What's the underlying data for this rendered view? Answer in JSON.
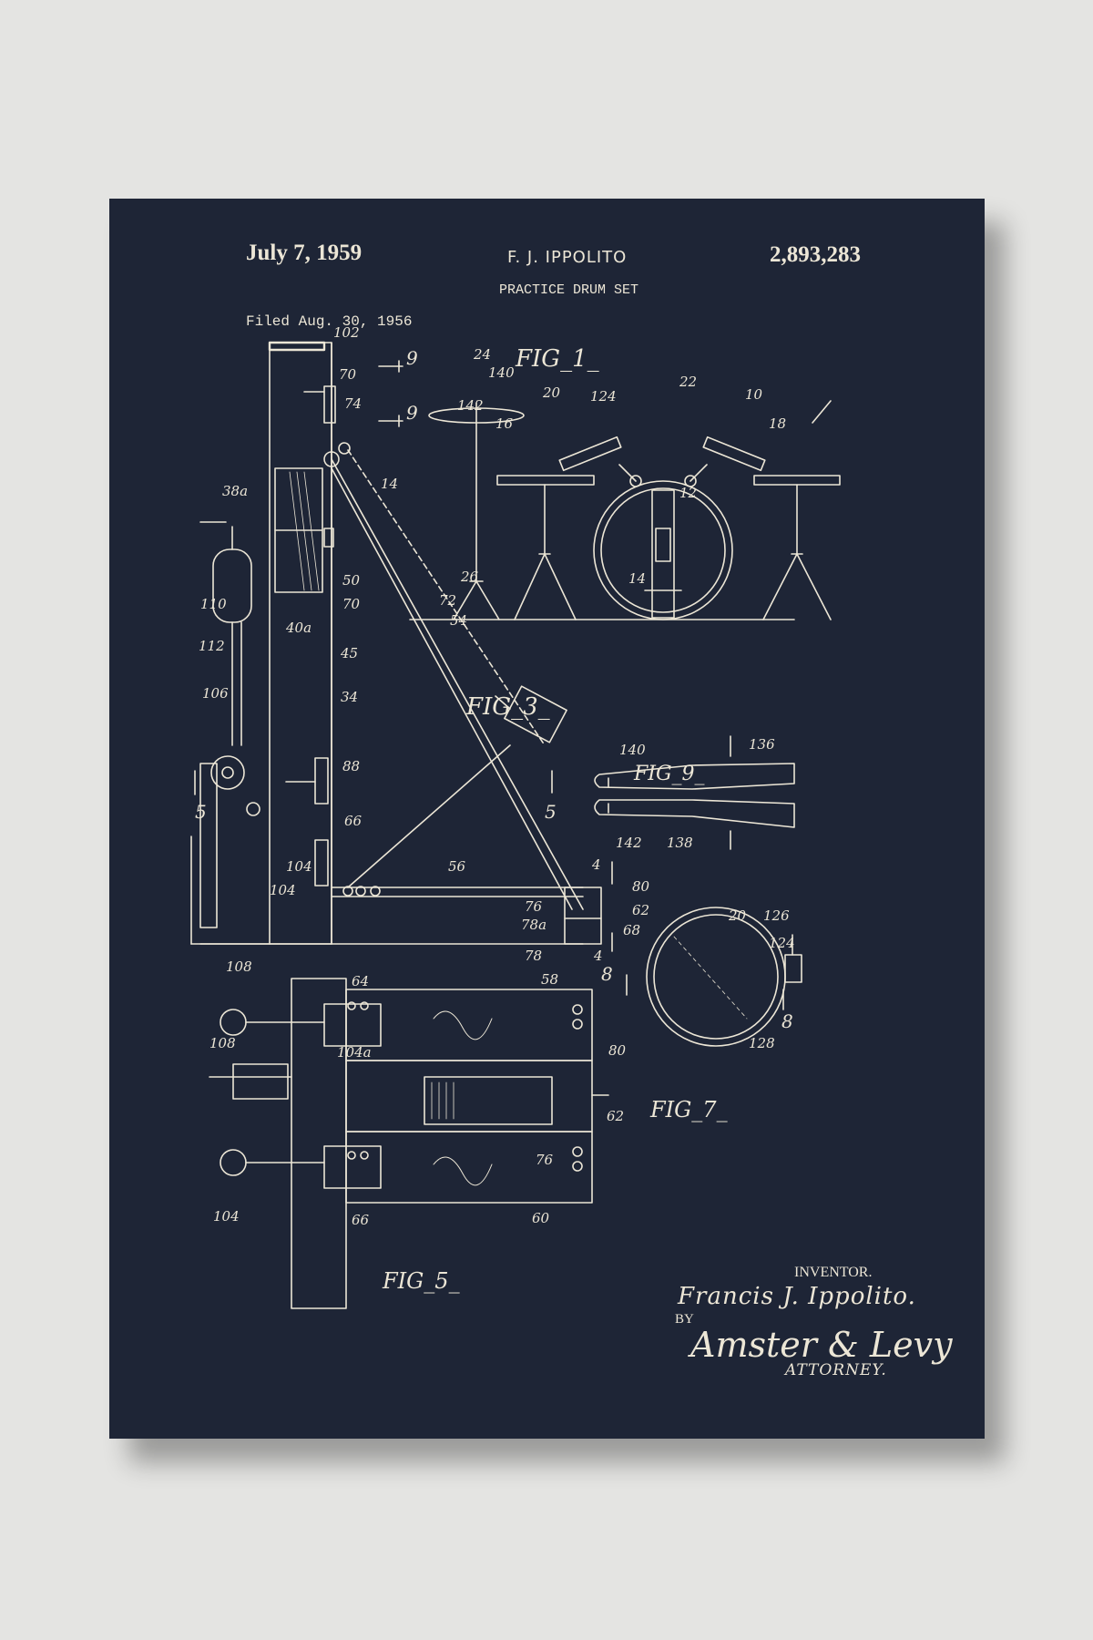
{
  "header": {
    "date": "July 7, 1959",
    "inventor": "F. J. IPPOLITO",
    "patent_number": "2,893,283",
    "title": "PRACTICE DRUM SET",
    "filed": "Filed Aug. 30, 1956"
  },
  "footer": {
    "inventor_label": "INVENTOR.",
    "inventor_signature": "Francis J. Ippolito.",
    "by_label": "BY",
    "attorney_signature": "Amster & Levy",
    "attorney_label": "ATTORNEY."
  },
  "figures": {
    "fig1": "FIG_1_",
    "fig3": "FIG_3_",
    "fig9": "FIG_9_",
    "fig7": "FIG_7_",
    "fig5": "FIG_5_"
  },
  "labels": {
    "l102": "102",
    "l70a": "70",
    "l74a": "74",
    "l9a": "9",
    "l9b": "9",
    "l24": "24",
    "l140": "140",
    "l142": "142",
    "l20": "20",
    "l124": "124",
    "l22": "22",
    "l10": "10",
    "l18": "18",
    "l16": "16",
    "l14": "14",
    "l12": "12",
    "l38a": "38a",
    "l50": "50",
    "l70b": "70",
    "l110": "110",
    "l40a": "40a",
    "l26": "26",
    "l14b": "14",
    "l72": "72",
    "l54": "54",
    "l112": "112",
    "l45": "45",
    "l106": "106",
    "l34": "34",
    "l88": "88",
    "l140b": "140",
    "l136": "136",
    "l142b": "142",
    "l138": "138",
    "l5a": "5",
    "l5b": "5",
    "l66": "66",
    "l104": "104",
    "l104b": "104",
    "l56": "56",
    "l4a": "4",
    "l80": "80",
    "l76": "76",
    "l78a": "78a",
    "l62": "62",
    "l68": "68",
    "l78": "78",
    "l4b": "4",
    "l108": "108",
    "l8a": "8",
    "l20b": "20",
    "l126": "126",
    "l124b": "124",
    "l128": "128",
    "l8b": "8",
    "l64": "64",
    "l58": "58",
    "l108b": "108",
    "l104a": "104a",
    "l80b": "80",
    "l76b": "76",
    "l62b": "62",
    "l104c": "104",
    "l66b": "66",
    "l60": "60"
  },
  "colors": {
    "background": "#e4e4e2",
    "poster": "#1e2536",
    "ink": "#ece6d6"
  }
}
